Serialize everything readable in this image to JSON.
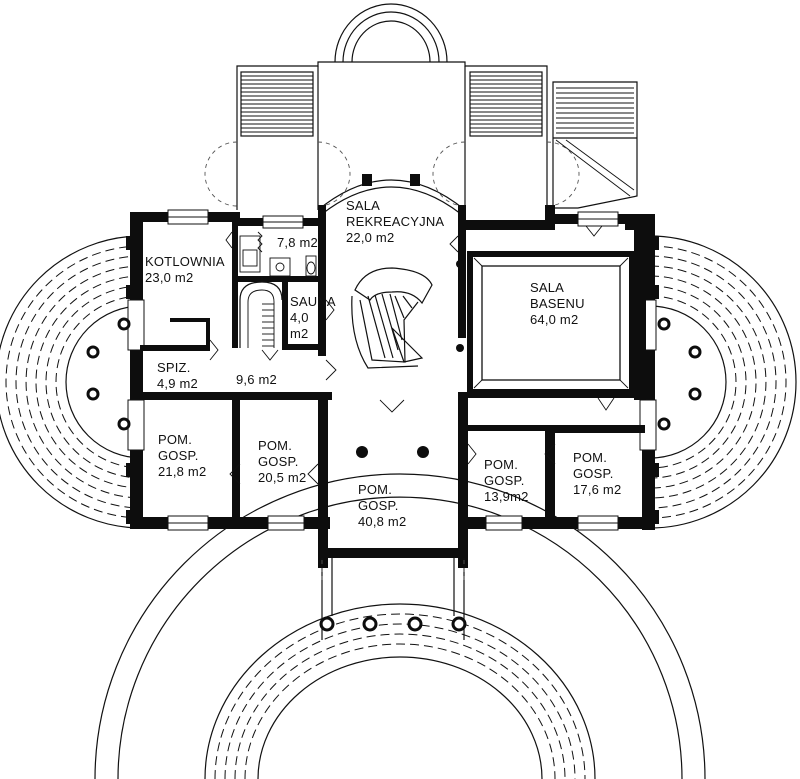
{
  "rooms": [
    {
      "id": "sala-rekreacyjna",
      "lines": [
        "SALA",
        "REKREACYJNA",
        "22,0 m2"
      ]
    },
    {
      "id": "wc-small",
      "lines": [
        "7,8 m2"
      ]
    },
    {
      "id": "kotlownia",
      "lines": [
        "KOTLOWNIA",
        "23,0 m2"
      ]
    },
    {
      "id": "sauna",
      "lines": [
        "SAUNA",
        "4,0",
        "m2"
      ]
    },
    {
      "id": "sala-basenu",
      "lines": [
        "SALA",
        "BASENU",
        "64,0 m2"
      ]
    },
    {
      "id": "spiz",
      "lines": [
        "SPIZ.",
        "4,9 m2"
      ]
    },
    {
      "id": "korytarz",
      "lines": [
        "9,6 m2"
      ]
    },
    {
      "id": "pom-gosp-1",
      "lines": [
        "POM.",
        "GOSP.",
        "21,8 m2"
      ]
    },
    {
      "id": "pom-gosp-2",
      "lines": [
        "POM.",
        "GOSP.",
        "20,5 m2"
      ]
    },
    {
      "id": "pom-gosp-3",
      "lines": [
        "POM.",
        "GOSP.",
        "40,8 m2"
      ]
    },
    {
      "id": "pom-gosp-4",
      "lines": [
        "POM.",
        "GOSP.",
        "13,9m2"
      ]
    },
    {
      "id": "pom-gosp-5",
      "lines": [
        "POM.",
        "GOSP.",
        "17,6 m2"
      ]
    }
  ]
}
